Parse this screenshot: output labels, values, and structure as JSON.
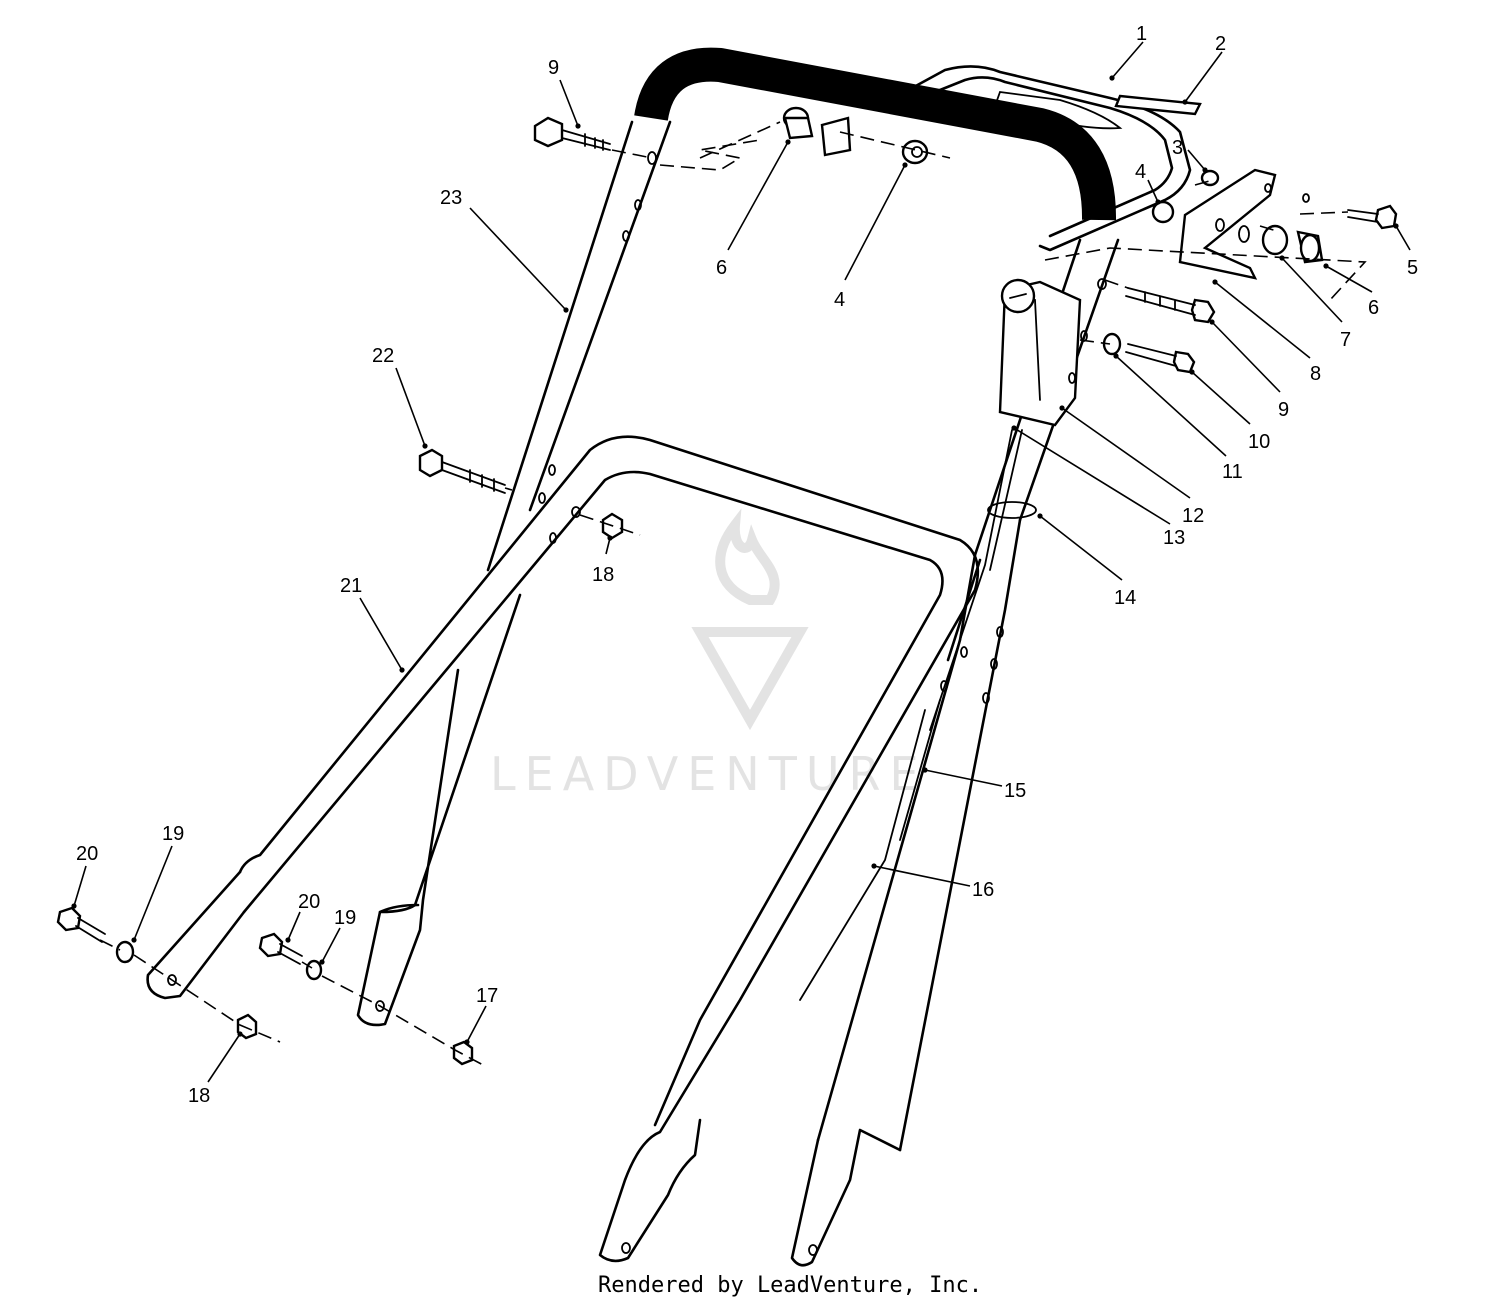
{
  "watermark": {
    "text": "LEADVENTURE",
    "logo_icon": "flame-v-icon"
  },
  "footer": {
    "credit": "Rendered by LeadVenture, Inc."
  },
  "callouts": [
    {
      "id": "1",
      "label": "1"
    },
    {
      "id": "2",
      "label": "2"
    },
    {
      "id": "3",
      "label": "3"
    },
    {
      "id": "4a",
      "label": "4"
    },
    {
      "id": "4b",
      "label": "4"
    },
    {
      "id": "5",
      "label": "5"
    },
    {
      "id": "6a",
      "label": "6"
    },
    {
      "id": "6b",
      "label": "6"
    },
    {
      "id": "7",
      "label": "7"
    },
    {
      "id": "8",
      "label": "8"
    },
    {
      "id": "9a",
      "label": "9"
    },
    {
      "id": "9b",
      "label": "9"
    },
    {
      "id": "10",
      "label": "10"
    },
    {
      "id": "11",
      "label": "11"
    },
    {
      "id": "12",
      "label": "12"
    },
    {
      "id": "13",
      "label": "13"
    },
    {
      "id": "14",
      "label": "14"
    },
    {
      "id": "15",
      "label": "15"
    },
    {
      "id": "16",
      "label": "16"
    },
    {
      "id": "17",
      "label": "17"
    },
    {
      "id": "18a",
      "label": "18"
    },
    {
      "id": "18b",
      "label": "18"
    },
    {
      "id": "19a",
      "label": "19"
    },
    {
      "id": "19b",
      "label": "19"
    },
    {
      "id": "20a",
      "label": "20"
    },
    {
      "id": "20b",
      "label": "20"
    },
    {
      "id": "21",
      "label": "21"
    },
    {
      "id": "22",
      "label": "22"
    },
    {
      "id": "23",
      "label": "23"
    }
  ]
}
